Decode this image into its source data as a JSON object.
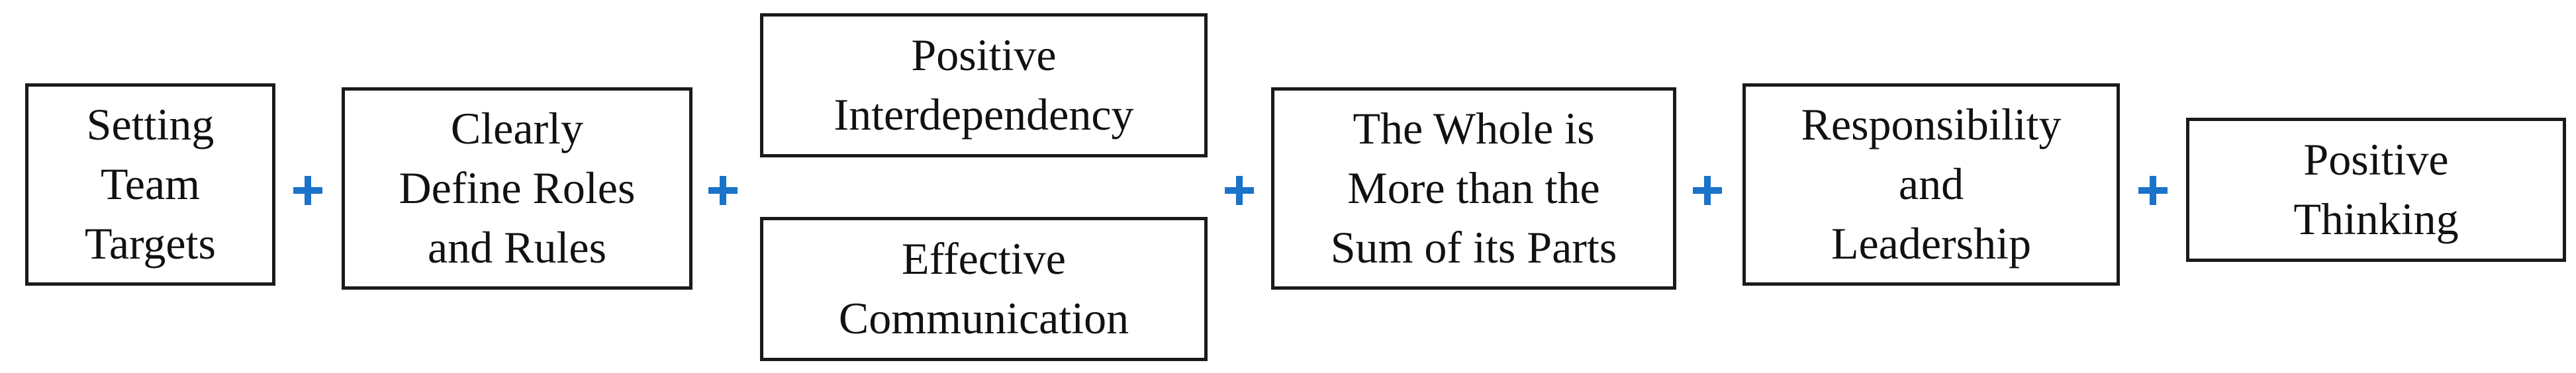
{
  "accent_color": "#1a73c8",
  "boxes": [
    {
      "id": "setting-team-targets",
      "text": "Setting\nTeam\nTargets"
    },
    {
      "id": "clearly-define-roles",
      "text": "Clearly\nDefine Roles\nand Rules"
    },
    {
      "id": "positive-interdependency",
      "text": "Positive\nInterdependency"
    },
    {
      "id": "effective-communication",
      "text": "Effective\nCommunication"
    },
    {
      "id": "whole-more-than-sum",
      "text": "The Whole is\nMore than the\nSum of its Parts"
    },
    {
      "id": "responsibility-leadership",
      "text": "Responsibility\nand\nLeadership"
    },
    {
      "id": "positive-thinking",
      "text": "Positive\nThinking"
    }
  ],
  "connector_symbol": "+"
}
